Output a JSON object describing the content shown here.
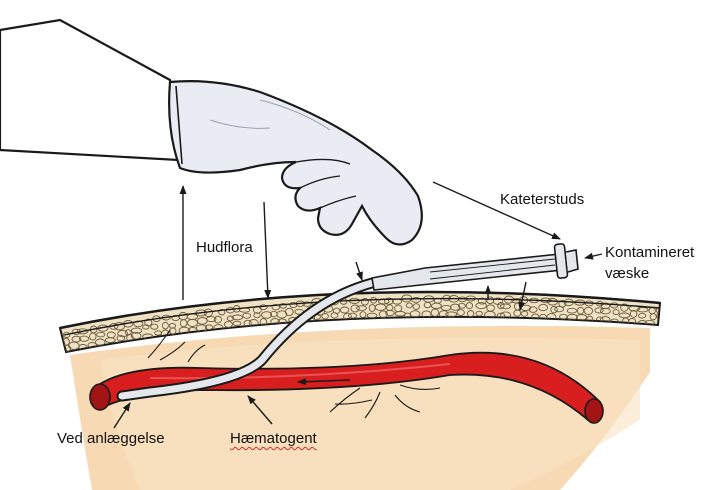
{
  "labels": {
    "kateterstuds": "Kateterstuds",
    "hudflora": "Hudflora",
    "kontamineret_line1": "Kontamineret",
    "kontamineret_line2": "væske",
    "ved_anlaeggelse": "Ved anlæggelse",
    "haematogent": "Hæmatogent"
  },
  "icons": {
    "hand": "gloved-hand-icon",
    "catheter": "catheter-icon",
    "skin": "skin-layer-icon",
    "vessel": "blood-vessel-icon"
  },
  "colors": {
    "blood_red": "#d81e1e",
    "skin_tan": "#efe1c3",
    "tissue_base": "#f7d9b4",
    "glove": "#e9ecf3",
    "catheter": "#e4e8ec",
    "outline": "#1a1a1a"
  }
}
